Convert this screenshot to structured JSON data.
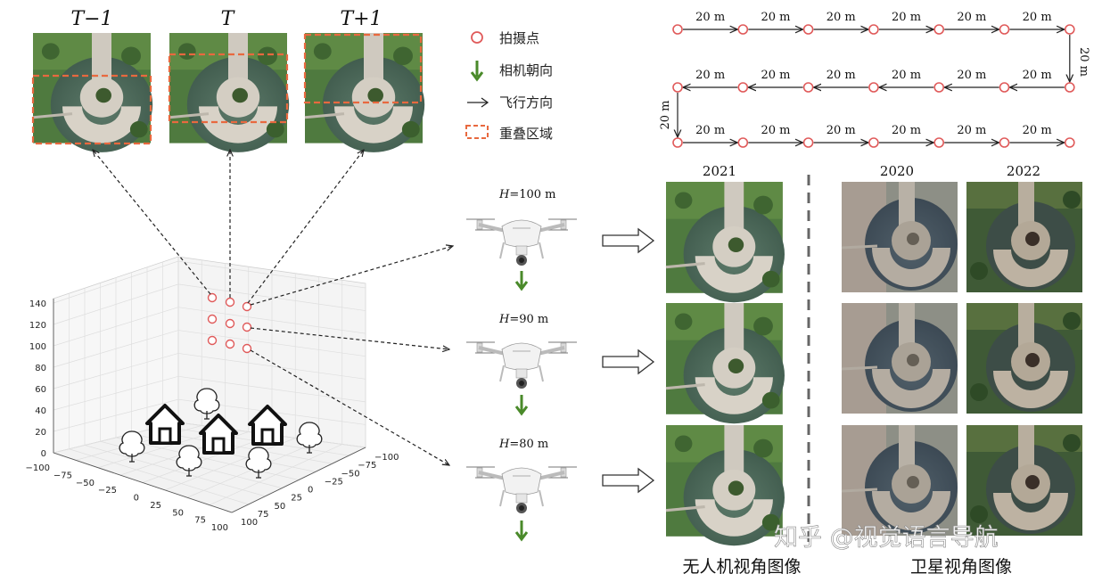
{
  "frames": {
    "labels": [
      "T−1",
      "T",
      "T+1"
    ]
  },
  "legend": {
    "items": [
      {
        "label": "拍摄点",
        "icon": "red-circle-icon"
      },
      {
        "label": "相机朝向",
        "icon": "green-down-arrow-icon"
      },
      {
        "label": "飞行方向",
        "icon": "black-arrow-icon"
      },
      {
        "label": "重叠区域",
        "icon": "dashed-orange-box-icon"
      }
    ],
    "colors": {
      "capture_point": "#e05a5a",
      "camera_arrow": "#4a8a2a",
      "overlap": "#e8693f"
    }
  },
  "flight_path": {
    "segment_label": "20 m",
    "row_points": 7
  },
  "plot3d": {
    "z_ticks": [
      "0",
      "20",
      "40",
      "60",
      "80",
      "100",
      "120",
      "140"
    ],
    "x_ticks": [
      "−100",
      "−75",
      "−50",
      "−25",
      "0",
      "25",
      "50",
      "75",
      "100"
    ],
    "y_ticks": [
      "100",
      "75",
      "50",
      "25",
      "0",
      "−25",
      "−50",
      "−75",
      "−100"
    ]
  },
  "altitudes": [
    {
      "var": "H",
      "value": "=100 m"
    },
    {
      "var": "H",
      "value": "=90 m"
    },
    {
      "var": "H",
      "value": "=80 m"
    }
  ],
  "years": {
    "uav": "2021",
    "sat1": "2020",
    "sat2": "2022"
  },
  "captions": {
    "uav": "无人机视角图像",
    "satellite": "卫星视角图像"
  },
  "watermark": "知乎 @视觉语言导航"
}
